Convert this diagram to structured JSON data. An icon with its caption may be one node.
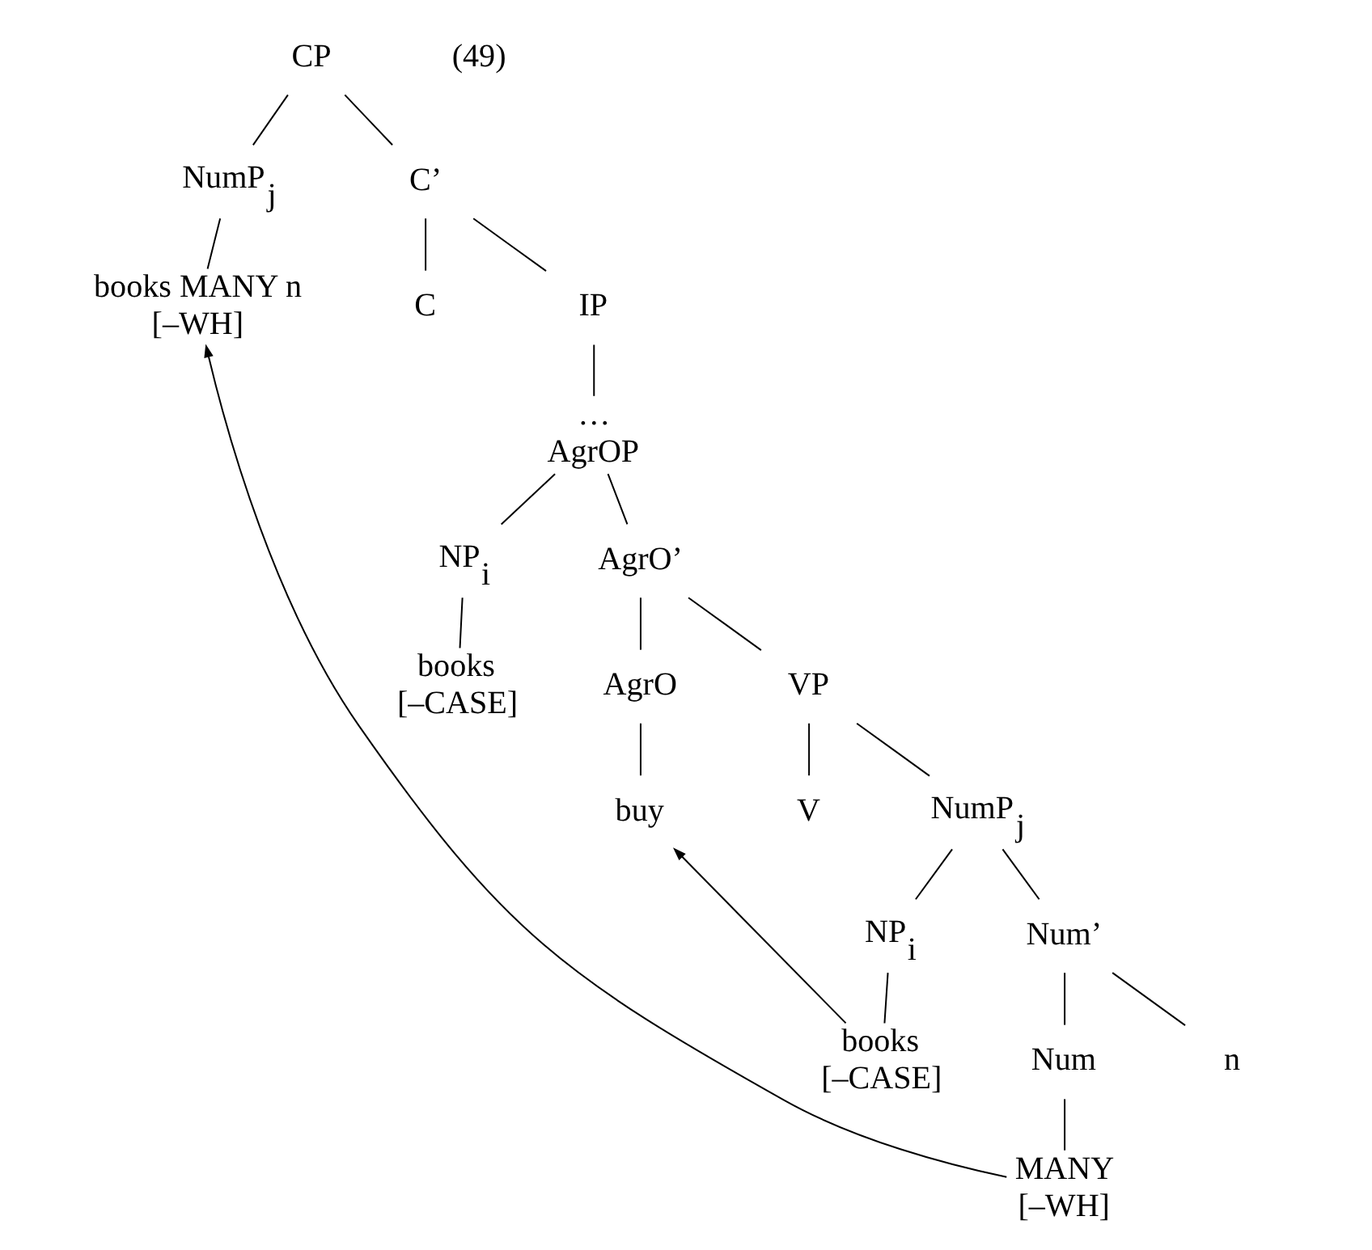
{
  "diagram": {
    "nodes": [
      {
        "text": [
          "CP"
        ]
      },
      {
        "text": [
          "NumP$_{j}$"
        ]
      },
      {
        "text": [
          "C’"
        ]
      },
      {
        "text": [
          "books MANY n",
          "[–WH]"
        ]
      },
      {
        "text": [
          "C"
        ]
      },
      {
        "text": [
          "IP"
        ]
      },
      {
        "text": [
          "…",
          "AgrOP"
        ]
      },
      {
        "text": [
          "NP$_{i}$"
        ]
      },
      {
        "text": [
          "AgrO’"
        ]
      },
      {
        "text": [
          "books",
          "[–CASE]"
        ]
      },
      {
        "text": [
          "AgrO"
        ]
      },
      {
        "text": [
          "VP"
        ]
      },
      {
        "text": [
          "buy"
        ]
      },
      {
        "text": [
          "V"
        ]
      },
      {
        "text": [
          "NumP$_{j}$"
        ]
      },
      {
        "text": [
          "NP$_{i}$"
        ]
      },
      {
        "text": [
          "Num’"
        ]
      },
      {
        "text": [
          "books",
          "[–CASE]"
        ]
      },
      {
        "text": [
          "Num"
        ]
      },
      {
        "text": [
          "n"
        ]
      },
      {
        "text": [
          "MANY",
          "[–WH]"
        ]
      }
    ],
    "edges": [
      {
        "from": 0,
        "to": 1,
        "arrow": "none"
      },
      {
        "from": 0,
        "to": 2,
        "arrow": "none"
      },
      {
        "from": 1,
        "to": 3,
        "arrow": "none"
      },
      {
        "from": 2,
        "to": 4,
        "arrow": "none"
      },
      {
        "from": 2,
        "to": 5,
        "arrow": "none"
      },
      {
        "from": 5,
        "to": 6,
        "arrow": "none"
      },
      {
        "from": 6,
        "to": 7,
        "arrow": "none"
      },
      {
        "from": 6,
        "to": 8,
        "arrow": "none"
      },
      {
        "from": 7,
        "to": 9,
        "arrow": "none"
      },
      {
        "from": 8,
        "to": 10,
        "arrow": "none"
      },
      {
        "from": 8,
        "to": 11,
        "arrow": "none"
      },
      {
        "from": 10,
        "to": 12,
        "arrow": "none"
      },
      {
        "from": 11,
        "to": 13,
        "arrow": "none"
      },
      {
        "from": 11,
        "to": 14,
        "arrow": "none"
      },
      {
        "from": 14,
        "to": 15,
        "arrow": "none"
      },
      {
        "from": 14,
        "to": 16,
        "arrow": "none"
      },
      {
        "from": 15,
        "to": 17,
        "arrow": "none"
      },
      {
        "from": 16,
        "to": 18,
        "arrow": "none"
      },
      {
        "from": 16,
        "to": 19,
        "arrow": "none"
      },
      {
        "from": 18,
        "to": 20,
        "arrow": "none"
      },
      {
        "from": 17,
        "to": 12,
        "arrow": "to"
      },
      {
        "from": 20,
        "to": 3,
        "arrow": "to"
      }
    ],
    "labels": [
      "(49)"
    ]
  }
}
